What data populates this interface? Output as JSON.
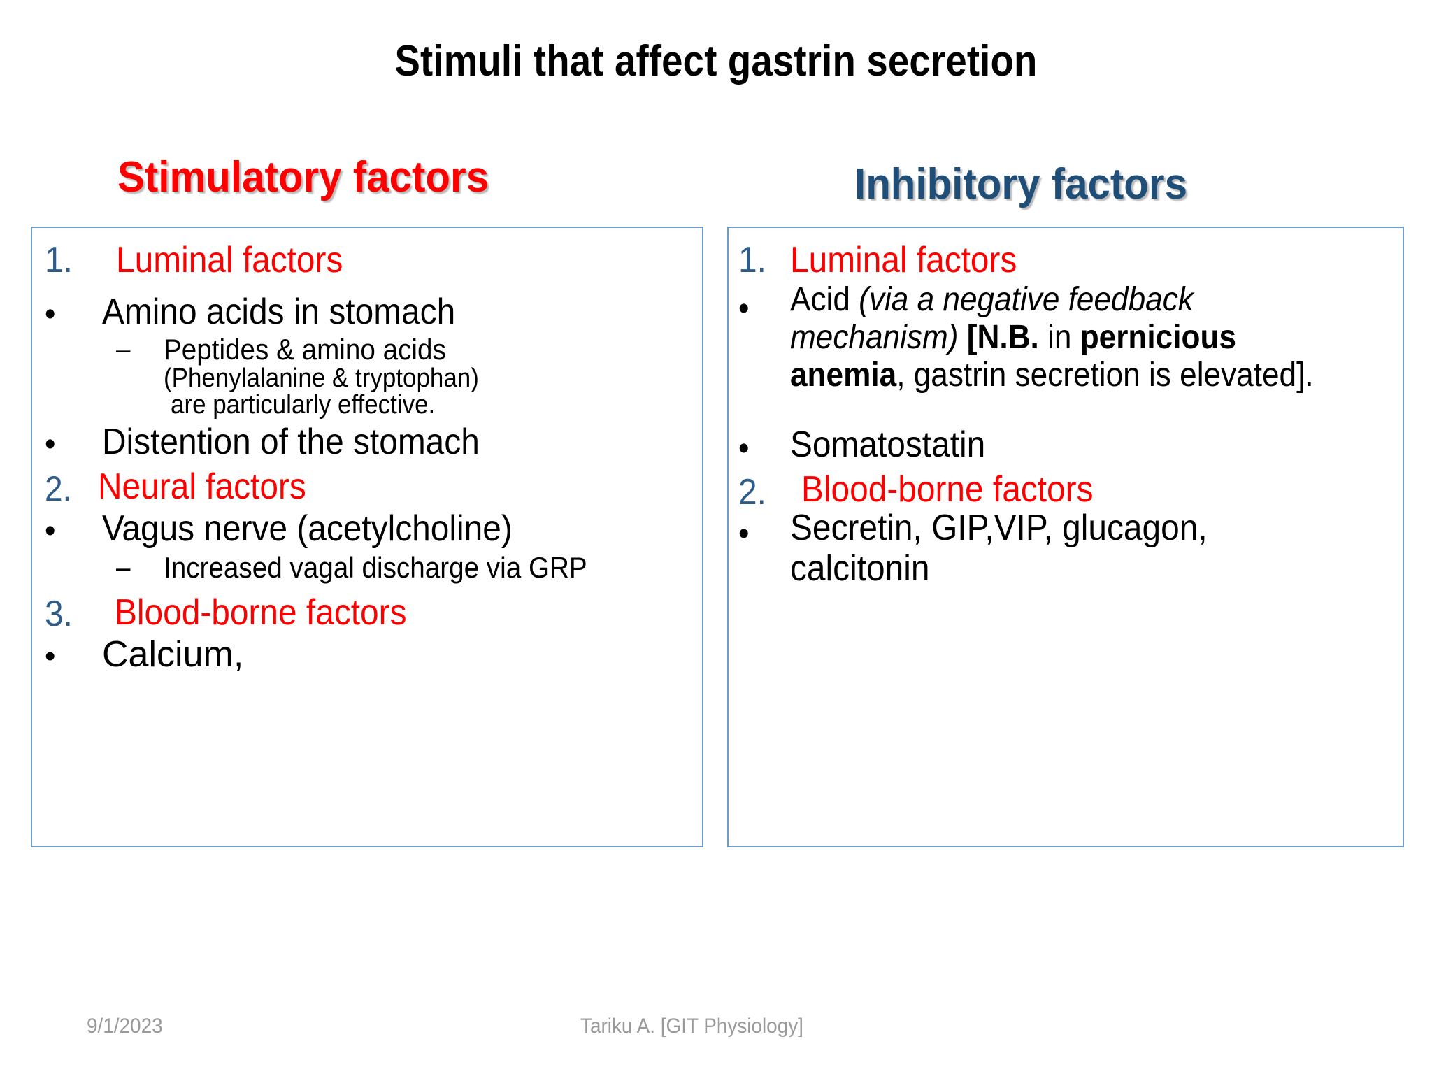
{
  "slide": {
    "title": "Stimuli that affect gastrin secretion",
    "colors": {
      "red": "#FF0000",
      "navy": "#1F4E79",
      "number_blue": "#2E5C8A",
      "box_border": "#6F9DCB",
      "footer_gray": "#9A9A9A",
      "text_black": "#000000"
    }
  },
  "columns": {
    "stimulatory": {
      "heading": "Stimulatory factors",
      "items": [
        {
          "marker": "1.",
          "marker_style": "number",
          "text": "Luminal factors",
          "style": "red",
          "level": 1
        },
        {
          "marker": "•",
          "marker_style": "bullet",
          "text": "Amino acids in stomach",
          "style": "black",
          "level": 2
        },
        {
          "marker": "–",
          "marker_style": "dash",
          "text": "Peptides & amino acids",
          "style": "black",
          "level": 3
        },
        {
          "marker": "",
          "marker_style": "none",
          "text": "(Phenylalanine & tryptophan)",
          "style": "black",
          "level": 4
        },
        {
          "marker": "",
          "marker_style": "none",
          "text": "are particularly effective.",
          "style": "black",
          "level": 4
        },
        {
          "marker": "•",
          "marker_style": "bullet",
          "text": "Distention of the stomach",
          "style": "black",
          "level": 2
        },
        {
          "marker": "2.",
          "marker_style": "number",
          "text": "Neural factors",
          "style": "red",
          "level": 1
        },
        {
          "marker": "•",
          "marker_style": "bullet",
          "text": "Vagus nerve (acetylcholine)",
          "style": "black",
          "level": 2
        },
        {
          "marker": "–",
          "marker_style": "dash",
          "text": "Increased vagal discharge via GRP",
          "style": "black",
          "level": 3
        },
        {
          "marker": "3.",
          "marker_style": "number",
          "text": "Blood-borne factors",
          "style": "red",
          "level": 1
        },
        {
          "marker": "•",
          "marker_style": "bullet",
          "text": "Calcium,",
          "style": "black",
          "level": 2
        }
      ]
    },
    "inhibitory": {
      "heading": "Inhibitory factors",
      "items": [
        {
          "marker": "1.",
          "marker_style": "number",
          "text": "Luminal factors",
          "style": "red",
          "level": 1
        },
        {
          "marker": "•",
          "marker_style": "bullet",
          "style": "black",
          "level": 2,
          "rich": true,
          "text": "Acid (via a negative feedback mechanism) [N.B. in pernicious anemia, gastrin secretion is elevated].",
          "parts": [
            {
              "t": "Acid ",
              "f": "regular"
            },
            {
              "t": "(via a negative feedback mechanism)",
              "f": "italic"
            },
            {
              "t": " ",
              "f": "regular"
            },
            {
              "t": "[N.B.",
              "f": "bold"
            },
            {
              "t": " in ",
              "f": "regular"
            },
            {
              "t": "pernicious anemia",
              "f": "bold"
            },
            {
              "t": ", gastrin secretion is elevated].",
              "f": "regular"
            }
          ]
        },
        {
          "marker": "•",
          "marker_style": "bullet",
          "text": "Somatostatin",
          "style": "black",
          "level": 2
        },
        {
          "marker": "2.",
          "marker_style": "number",
          "text": "Blood-borne factors",
          "style": "red",
          "level": 1
        },
        {
          "marker": "•",
          "marker_style": "bullet",
          "text": "Secretin, GIP,VIP, glucagon, calcitonin",
          "style": "black",
          "level": 2
        }
      ]
    }
  },
  "footer": {
    "date": "9/1/2023",
    "note": "Tariku A. [GIT Physiology]"
  }
}
